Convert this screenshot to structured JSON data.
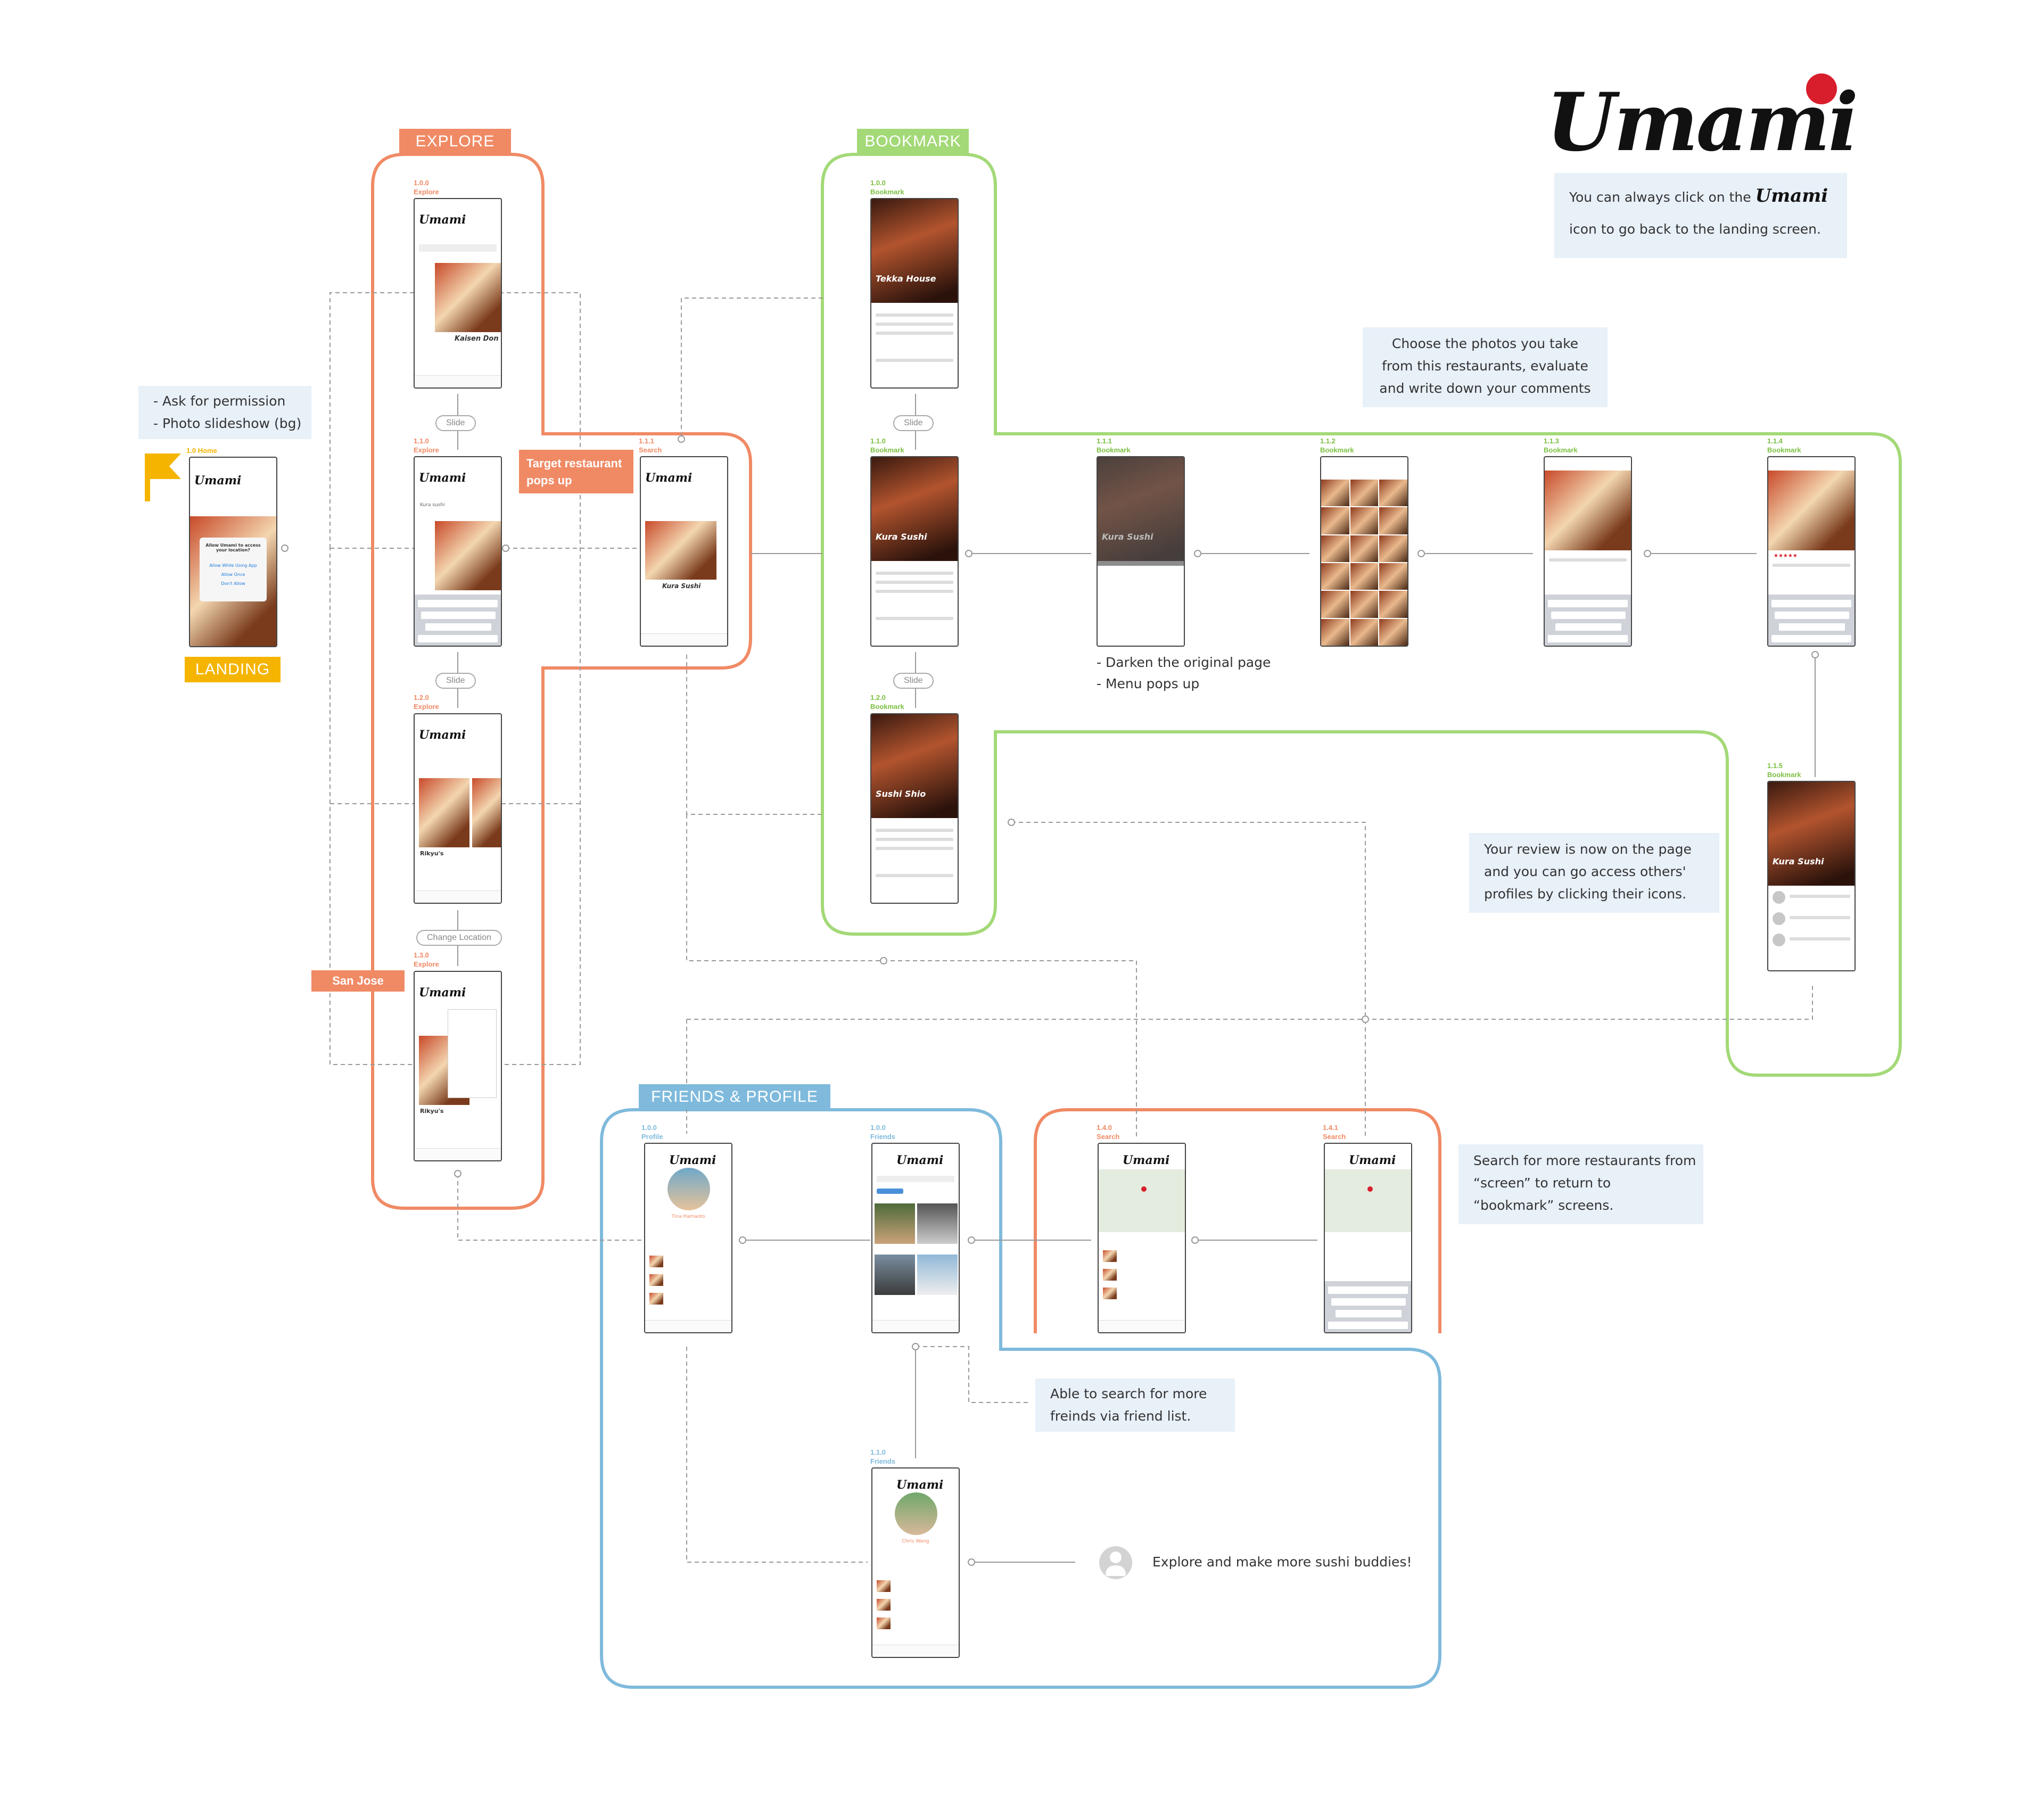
{
  "brand": {
    "logo_text": "Umami",
    "accent_color": "#d81e2c"
  },
  "sections": {
    "explore": {
      "title": "EXPLORE",
      "color": "#f08a65"
    },
    "bookmark": {
      "title": "BOOKMARK",
      "color": "#a3d977"
    },
    "friends": {
      "title": "FRIENDS & PROFILE",
      "color": "#7fbadc"
    },
    "landing": {
      "title": "LANDING",
      "color": "#f5b400"
    }
  },
  "notes": {
    "landing_back": {
      "line1_before": "You can always click on the",
      "logo": "Umami",
      "line2": "icon to go back to the landing screen."
    },
    "permission": [
      "- Ask for permission",
      "- Photo slideshow (bg)"
    ],
    "choose_photos": [
      "Choose the photos you take",
      "from this restaurants, evaluate",
      "and write down your comments"
    ],
    "darken": [
      "- Darken the original page",
      "- Menu pops up"
    ],
    "review": [
      "Your review is now on the page",
      "and you can go access others'",
      "profiles by clicking their icons."
    ],
    "search_more": [
      "Search for more restaurants from",
      "“screen” to return to",
      "“bookmark” screens."
    ],
    "friend_list": [
      "Able to search for more",
      "freinds via friend list."
    ],
    "buddies": "Explore and make more sushi buddies!"
  },
  "tags": {
    "target_popup": [
      "Target restaurant",
      "pops up"
    ],
    "san_jose": "San Jose"
  },
  "pills": {
    "slide1": "Slide",
    "slide2": "Slide",
    "change_location": "Change Location",
    "bm_slide1": "Slide",
    "bm_slide2": "Slide"
  },
  "screens": {
    "home": {
      "num": "1.0",
      "name": "Home",
      "dialog": "Allow Umami to access your location?",
      "opt1": "Allow While Using App",
      "opt2": "Allow Once",
      "opt3": "Don't Allow"
    },
    "ex100": {
      "num": "1.0.0",
      "name": "Explore",
      "dish": "Kaisen Don"
    },
    "ex110": {
      "num": "1.1.0",
      "name": "Explore",
      "query": "Kura sushi"
    },
    "ex120": {
      "num": "1.2.0",
      "name": "Explore",
      "dish": "Rikyu's"
    },
    "ex130": {
      "num": "1.3.0",
      "name": "Explore",
      "dish": "Rikyu's"
    },
    "se111": {
      "num": "1.1.1",
      "name": "Search",
      "dish": "Kura Sushi"
    },
    "bm100": {
      "num": "1.0.0",
      "name": "Bookmark",
      "title": "Tekka House"
    },
    "bm110": {
      "num": "1.1.0",
      "name": "Bookmark",
      "title": "Kura Sushi"
    },
    "bm120": {
      "num": "1.2.0",
      "name": "Bookmark",
      "title": "Sushi Shio"
    },
    "bm111": {
      "num": "1.1.1",
      "name": "Bookmark",
      "title": "Kura Sushi"
    },
    "bm112": {
      "num": "1.1.2",
      "name": "Bookmark"
    },
    "bm113": {
      "num": "1.1.3",
      "name": "Bookmark"
    },
    "bm114": {
      "num": "1.1.4",
      "name": "Bookmark"
    },
    "bm115": {
      "num": "1.1.5",
      "name": "Bookmark",
      "title": "Kura Sushi"
    },
    "pr100": {
      "num": "1.0.0",
      "name": "Profile",
      "person": "Tina Hamaoto"
    },
    "fr100": {
      "num": "1.0.0",
      "name": "Friends"
    },
    "fr110": {
      "num": "1.1.0",
      "name": "Friends",
      "person": "Chris Wang"
    },
    "se140": {
      "num": "1.4.0",
      "name": "Search"
    },
    "se141": {
      "num": "1.4.1",
      "name": "Search"
    }
  }
}
